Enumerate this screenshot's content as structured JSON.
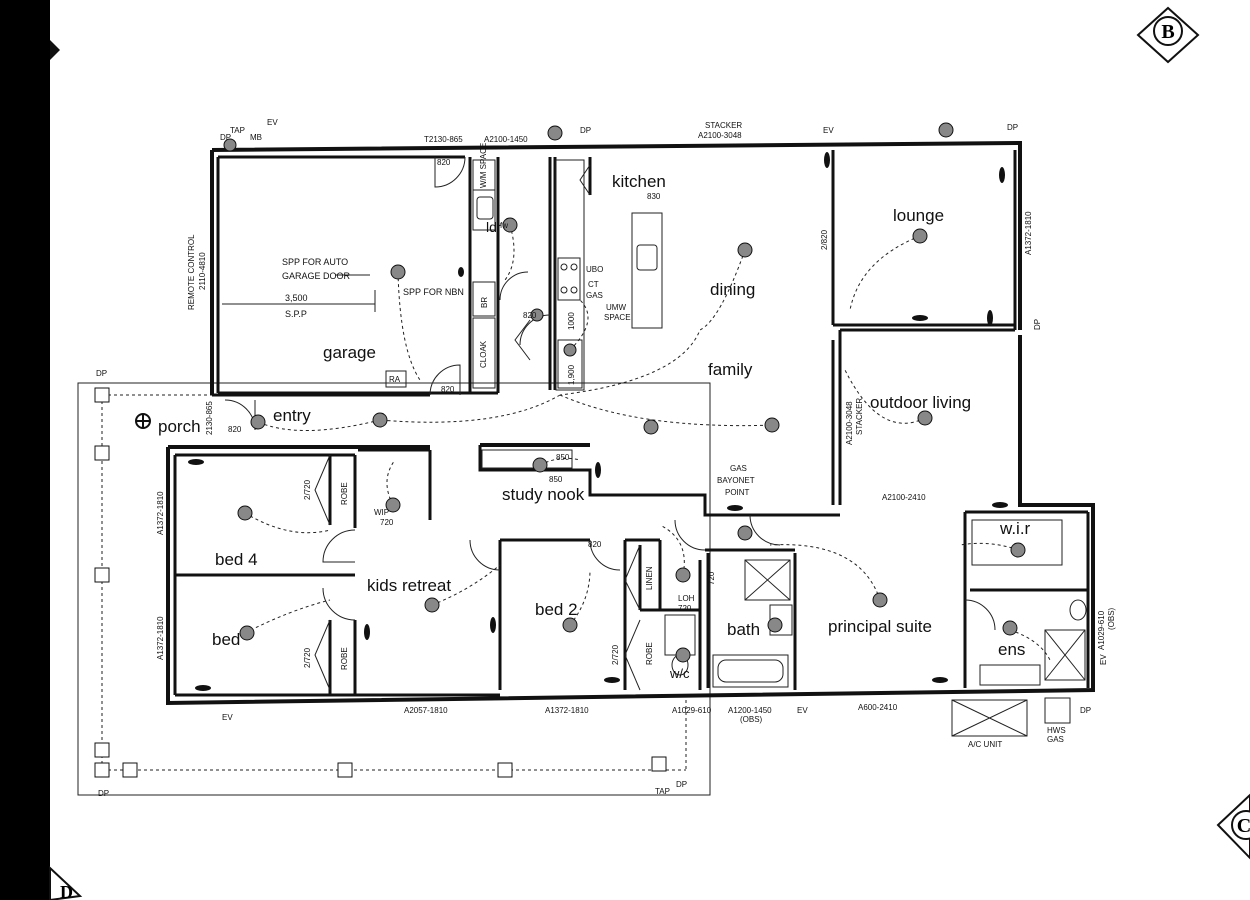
{
  "markers": {
    "top_right": "B",
    "bottom_right": "C",
    "bottom_left": "D"
  },
  "rooms": {
    "garage": "garage",
    "kitchen": "kitchen",
    "lounge": "lounge",
    "dining": "dining",
    "family": "family",
    "outdoor_living": "outdoor living",
    "entry": "entry",
    "porch": "porch",
    "study_nook": "study nook",
    "bed4": "bed 4",
    "bed": "bed",
    "kids_retreat": "kids retreat",
    "bed2": "bed 2",
    "bath": "bath",
    "principal_suite": "principal suite",
    "wir": "w.i.r",
    "ens": "ens",
    "ldr": "ldr",
    "wc": "w/c"
  },
  "labels": {
    "tap_top": "TAP",
    "mb": "MB",
    "dp_tl": "DP",
    "ev_top": "EV",
    "t2130": "T2130-865",
    "a2100_1450": "A2100-1450",
    "dp_top": "DP",
    "stacker_top": "STACKER",
    "a2100_3048": "A2100-3048",
    "ev_top2": "EV",
    "dp_tr": "DP",
    "wm_space": "W/M SPACE",
    "spp_auto": "SPP FOR AUTO",
    "garage_door": "GARAGE DOOR",
    "spp_nbn": "SPP FOR NBN",
    "dim_3500": "3,500",
    "spp": "S.P.P",
    "remote_control": "REMOTE CONTROL",
    "r2110": "2110-4810",
    "ra": "RA",
    "cloak": "CLOAK",
    "br": "BR",
    "n820a": "820",
    "n820b": "820",
    "n820c": "820",
    "n820d": "820",
    "n830": "830",
    "ubo": "UBO",
    "ct": "CT",
    "gas": "GAS",
    "umw": "UMW",
    "space": "SPACE",
    "n1000": "1000",
    "n1900": "1,900",
    "n2_820": "2/820",
    "a1372_1810_r": "A1372-1810",
    "dp_r": "DP",
    "a2100_3048_v": "A2100-3048",
    "stacker_v": "STACKER",
    "a2100_2410": "A2100-2410",
    "gas_bayonet": "GAS",
    "bayonet": "BAYONET",
    "point": "POINT",
    "n850a": "850",
    "n850b": "850",
    "a2130_865": "2130-865",
    "n820_porch": "820",
    "a1372_1810_l": "A1372-1810",
    "a1372_1810_l2": "A1372-1810",
    "robe": "ROBE",
    "robe2": "ROBE",
    "robe3": "ROBE",
    "n2_720a": "2/720",
    "n2_720b": "2/720",
    "n2_720c": "2/720",
    "wip": "WIP",
    "n720a": "720",
    "linen": "LINEN",
    "loh": "LOH",
    "n720b": "720",
    "n720c": "720",
    "a2057": "A2057-1810",
    "a1372_bot": "A1372-1810",
    "a1029": "A1029-610",
    "a1200": "A1200-1450",
    "obs": "(OBS)",
    "a600": "A600-2410",
    "ev_bot": "EV",
    "ev_bot2": "EV",
    "dp_bot": "DP",
    "ac_unit": "A/C UNIT",
    "hws": "HWS",
    "gas2": "GAS",
    "a1029_v": "A1029-610",
    "obs_v": "(OBS)",
    "ev_r": "EV",
    "dp_bl": "DP",
    "dp_br": "DP",
    "tap_bot": "TAP",
    "dp_left": "DP",
    "fw": "fw"
  }
}
